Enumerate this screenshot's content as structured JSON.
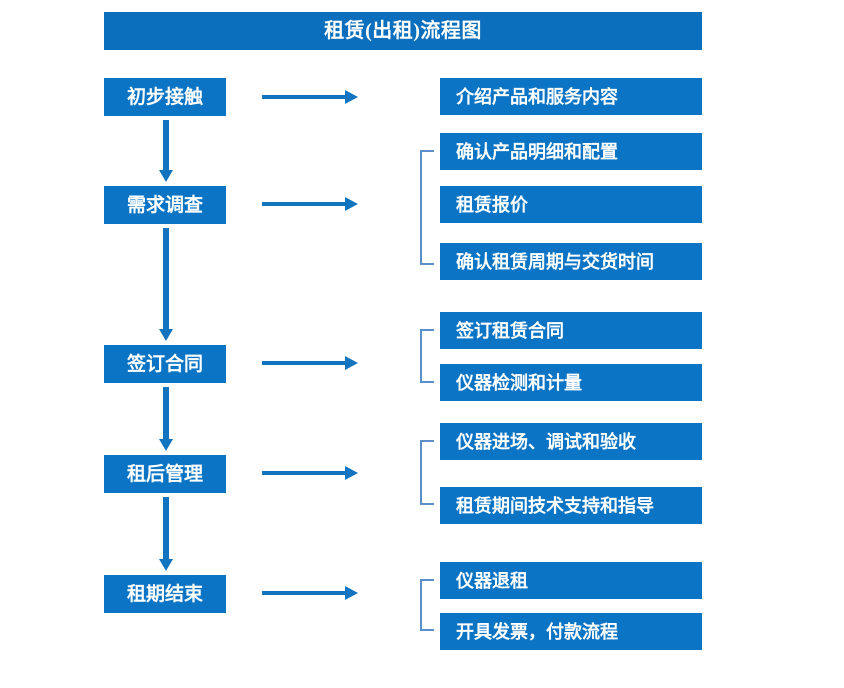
{
  "diagram": {
    "title": "租赁(出租)流程图",
    "colors": {
      "box_fill": "#0b74c4",
      "title_fill": "#0b6fbd",
      "arrow": "#1273be",
      "bracket": "#5b8fc9",
      "text": "#ffffff",
      "background": "#ffffff"
    },
    "stages": [
      {
        "id": "stage-0",
        "label": "初步接触"
      },
      {
        "id": "stage-1",
        "label": "需求调查"
      },
      {
        "id": "stage-2",
        "label": "签订合同"
      },
      {
        "id": "stage-3",
        "label": "租后管理"
      },
      {
        "id": "stage-4",
        "label": "租期结束"
      }
    ],
    "details": [
      {
        "id": "detail-0",
        "label": "介绍产品和服务内容",
        "stage": "初步接触"
      },
      {
        "id": "detail-1",
        "label": "确认产品明细和配置",
        "stage": "需求调查"
      },
      {
        "id": "detail-2",
        "label": "租赁报价",
        "stage": "需求调查"
      },
      {
        "id": "detail-3",
        "label": "确认租赁周期与交货时间",
        "stage": "需求调查"
      },
      {
        "id": "detail-4",
        "label": "签订租赁合同",
        "stage": "签订合同"
      },
      {
        "id": "detail-5",
        "label": "仪器检测和计量",
        "stage": "签订合同"
      },
      {
        "id": "detail-6",
        "label": "仪器进场、调试和验收",
        "stage": "租后管理"
      },
      {
        "id": "detail-7",
        "label": "租赁期间技术支持和指导",
        "stage": "租后管理"
      },
      {
        "id": "detail-8",
        "label": "仪器退租",
        "stage": "租期结束"
      },
      {
        "id": "detail-9",
        "label": "开具发票，付款流程",
        "stage": "租期结束"
      }
    ],
    "connectors": {
      "horizontal_arrow_count": 5,
      "vertical_arrow_count": 4,
      "bracket_count": 4
    }
  }
}
